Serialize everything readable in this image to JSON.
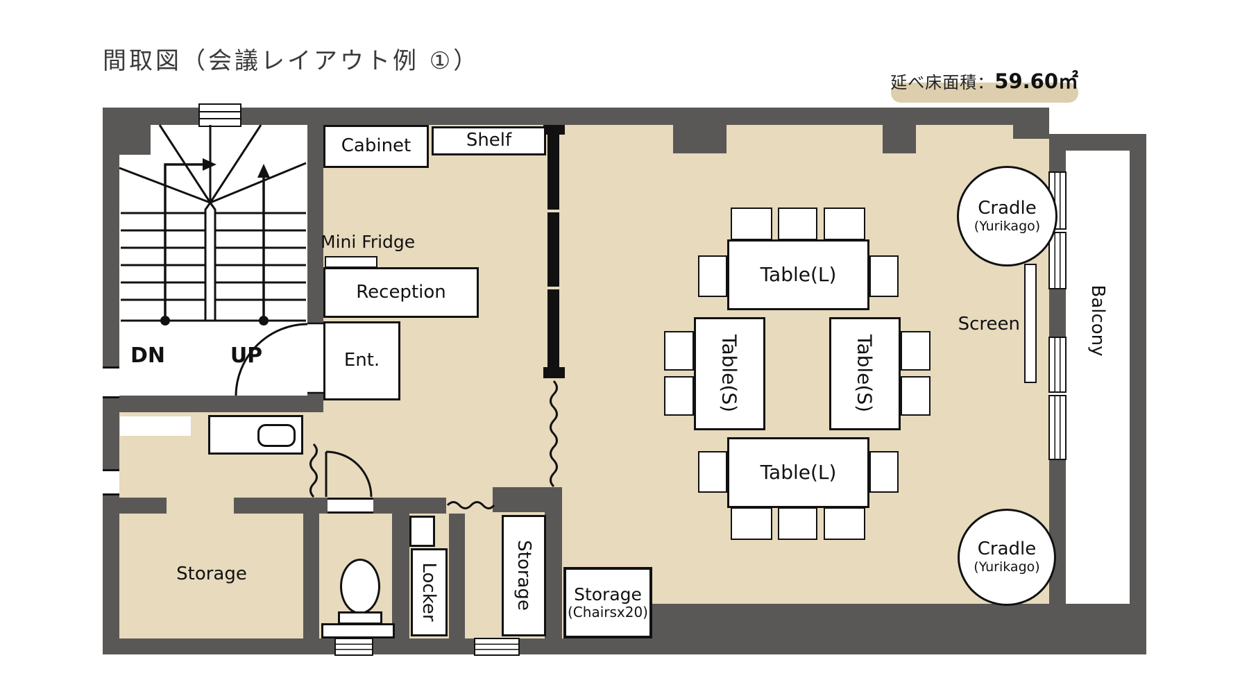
{
  "page": {
    "title": "間取図（会議レイアウト例 ①）"
  },
  "area_badge": {
    "label": "延べ床面積：",
    "value": "59.60㎡"
  },
  "colors": {
    "wall": "#5a5856",
    "floor": "#e7dabd",
    "highlight": "#ddcfad",
    "line": "#111111"
  },
  "stairs": {
    "down": "DN",
    "up": "UP"
  },
  "labels": {
    "cabinet": "Cabinet",
    "shelf": "Shelf",
    "mini_fridge": "Mini Fridge",
    "reception": "Reception",
    "entrance": "Ent.",
    "storage": "Storage",
    "locker": "Locker",
    "storage_vertical": "Storage",
    "storage_chairs_title": "Storage",
    "storage_chairs_sub": "(Chairsx20)",
    "table_large": "Table(L)",
    "table_small": "Table(S)",
    "cradle_title": "Cradle",
    "cradle_sub": "(Yurikago)",
    "screen": "Screen",
    "balcony": "Balcony"
  }
}
